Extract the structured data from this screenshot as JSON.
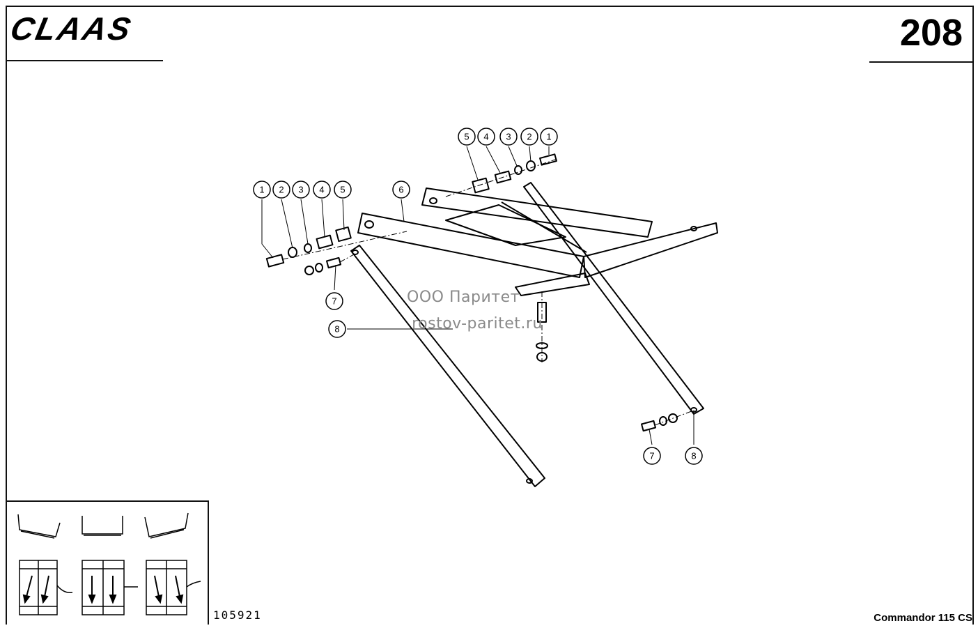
{
  "header": {
    "brand": "CLAAS",
    "page_number": "208"
  },
  "drawing": {
    "callouts_left": [
      "1",
      "2",
      "3",
      "4",
      "5"
    ],
    "callouts_top": [
      "5",
      "4",
      "3",
      "2",
      "1"
    ],
    "callout_frame": "6",
    "callout_bolt_left": "7",
    "callout_strut_left": "8",
    "callout_bolt_right": "7",
    "callout_strut_right": "8"
  },
  "watermark": {
    "company": "ООО Паритет",
    "site": "rostov-paritet.ru"
  },
  "footer": {
    "part_number": "105921",
    "model": "Commandor 115 CS"
  }
}
